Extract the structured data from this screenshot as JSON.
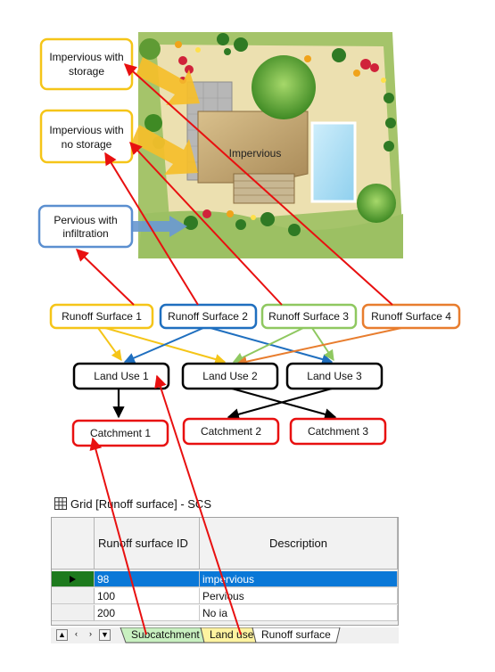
{
  "photo": {
    "impervious_label": "Impervious",
    "callouts": {
      "impervious_storage": "Impervious with storage",
      "impervious_storage_line1": "Impervious with",
      "impervious_storage_line2": "storage",
      "impervious_nostorage_line1": "Impervious with",
      "impervious_nostorage_line2": "no storage",
      "pervious_line1": "Pervious with",
      "pervious_line2": "infiltration"
    }
  },
  "diagram": {
    "runoff_surfaces": [
      "Runoff Surface 1",
      "Runoff Surface 2",
      "Runoff Surface 3",
      "Runoff Surface 4"
    ],
    "land_uses": [
      "Land Use 1",
      "Land Use 2",
      "Land Use 3"
    ],
    "catchments": [
      "Catchment 1",
      "Catchment 2",
      "Catchment 3"
    ],
    "colors": {
      "surface1": "#f5c518",
      "surface2": "#1f6fbf",
      "surface3": "#8fc860",
      "surface4": "#e87d2e",
      "callout_yellow": "#f5c518",
      "callout_blue": "#5b8fd0",
      "highlight_red": "#e81010",
      "arrow_yellow": "#f5be2a"
    }
  },
  "grid": {
    "title": "Grid [Runoff surface] - SCS",
    "columns": [
      "Runoff surface ID",
      "Description"
    ],
    "rows": [
      {
        "id": "98",
        "description": "impervious"
      },
      {
        "id": "100",
        "description": "Pervious"
      },
      {
        "id": "200",
        "description": "No ia"
      }
    ],
    "tabs": [
      "Subcatchment",
      "Land use",
      "Runoff surface"
    ],
    "tab_colors": {
      "subcatchment": "#c8f0c0",
      "land_use": "#fff3a0",
      "runoff_surface": "#ffffff"
    }
  }
}
